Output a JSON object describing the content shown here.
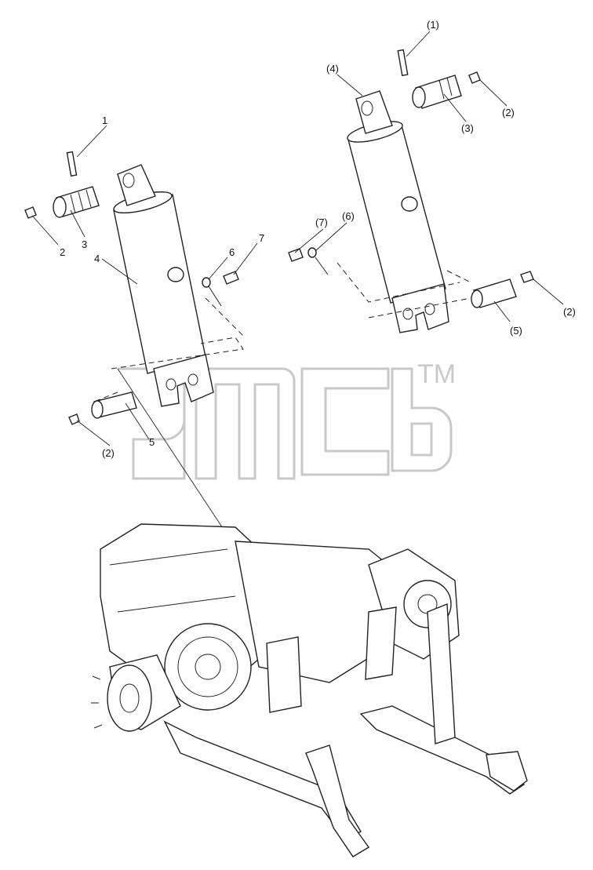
{
  "watermark": {
    "trademark": "TM"
  },
  "callouts": {
    "left": {
      "c1": "1",
      "c2": "2",
      "c3": "3",
      "c4": "4",
      "c5": "5",
      "c6": "6",
      "c7": "7",
      "c2b": "(2)"
    },
    "right": {
      "c1": "(1)",
      "c2a": "(2)",
      "c3": "(3)",
      "c4": "(4)",
      "c5": "(5)",
      "c6": "(6)",
      "c7": "(7)",
      "c2b": "(2)"
    }
  }
}
